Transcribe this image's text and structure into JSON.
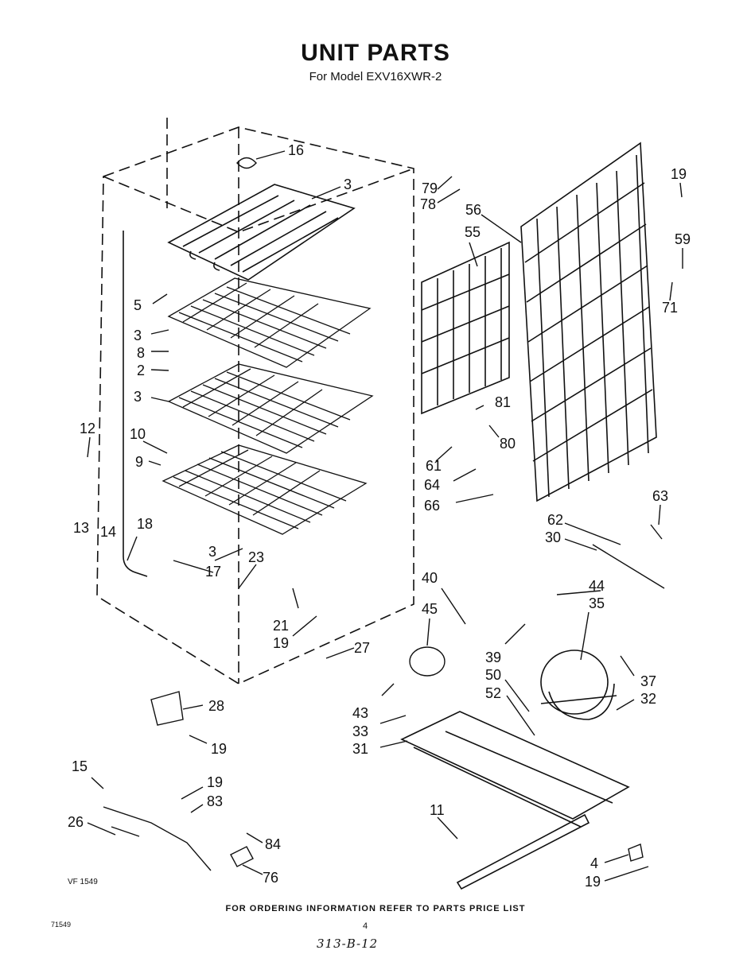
{
  "header": {
    "title": "UNIT PARTS",
    "subtitle": "For Model EXV16XWR-2"
  },
  "callouts": [
    {
      "id": "c16a",
      "text": "16"
    },
    {
      "id": "c3a",
      "text": "3"
    },
    {
      "id": "c5",
      "text": "5"
    },
    {
      "id": "c3b",
      "text": "3"
    },
    {
      "id": "c8",
      "text": "8"
    },
    {
      "id": "c2",
      "text": "2"
    },
    {
      "id": "c3c",
      "text": "3"
    },
    {
      "id": "c12",
      "text": "12"
    },
    {
      "id": "c10",
      "text": "10"
    },
    {
      "id": "c9",
      "text": "9"
    },
    {
      "id": "c13",
      "text": "13"
    },
    {
      "id": "c14",
      "text": "14"
    },
    {
      "id": "c18",
      "text": "18"
    },
    {
      "id": "c3d",
      "text": "3"
    },
    {
      "id": "c23",
      "text": "23"
    },
    {
      "id": "c17",
      "text": "17"
    },
    {
      "id": "c21",
      "text": "21"
    },
    {
      "id": "c19a",
      "text": "19"
    },
    {
      "id": "c27",
      "text": "27"
    },
    {
      "id": "c28",
      "text": "28"
    },
    {
      "id": "c19b",
      "text": "19"
    },
    {
      "id": "c15",
      "text": "15"
    },
    {
      "id": "c19c",
      "text": "19"
    },
    {
      "id": "c83",
      "text": "83"
    },
    {
      "id": "c26",
      "text": "26"
    },
    {
      "id": "c84",
      "text": "84"
    },
    {
      "id": "c76",
      "text": "76"
    },
    {
      "id": "c79",
      "text": "79"
    },
    {
      "id": "c78",
      "text": "78"
    },
    {
      "id": "c56",
      "text": "56"
    },
    {
      "id": "c55",
      "text": "55"
    },
    {
      "id": "c19d",
      "text": "19"
    },
    {
      "id": "c59",
      "text": "59"
    },
    {
      "id": "c71",
      "text": "71"
    },
    {
      "id": "c81",
      "text": "81"
    },
    {
      "id": "c80",
      "text": "80"
    },
    {
      "id": "c61",
      "text": "61"
    },
    {
      "id": "c64",
      "text": "64"
    },
    {
      "id": "c66",
      "text": "66"
    },
    {
      "id": "c63",
      "text": "63"
    },
    {
      "id": "c62",
      "text": "62"
    },
    {
      "id": "c30",
      "text": "30"
    },
    {
      "id": "c40",
      "text": "40"
    },
    {
      "id": "c45",
      "text": "45"
    },
    {
      "id": "c44",
      "text": "44"
    },
    {
      "id": "c35",
      "text": "35"
    },
    {
      "id": "c39",
      "text": "39"
    },
    {
      "id": "c50",
      "text": "50"
    },
    {
      "id": "c52",
      "text": "52"
    },
    {
      "id": "c37",
      "text": "37"
    },
    {
      "id": "c32",
      "text": "32"
    },
    {
      "id": "c43",
      "text": "43"
    },
    {
      "id": "c33",
      "text": "33"
    },
    {
      "id": "c31",
      "text": "31"
    },
    {
      "id": "c11",
      "text": "11"
    },
    {
      "id": "c4",
      "text": "4"
    },
    {
      "id": "c19e",
      "text": "19"
    }
  ],
  "figure_code": "VF 1549",
  "footer": {
    "ordering_note": "FOR ORDERING INFORMATION REFER TO PARTS PRICE LIST",
    "page_number": "4",
    "code_left": "71549",
    "handwritten_note": "313-B-12"
  }
}
